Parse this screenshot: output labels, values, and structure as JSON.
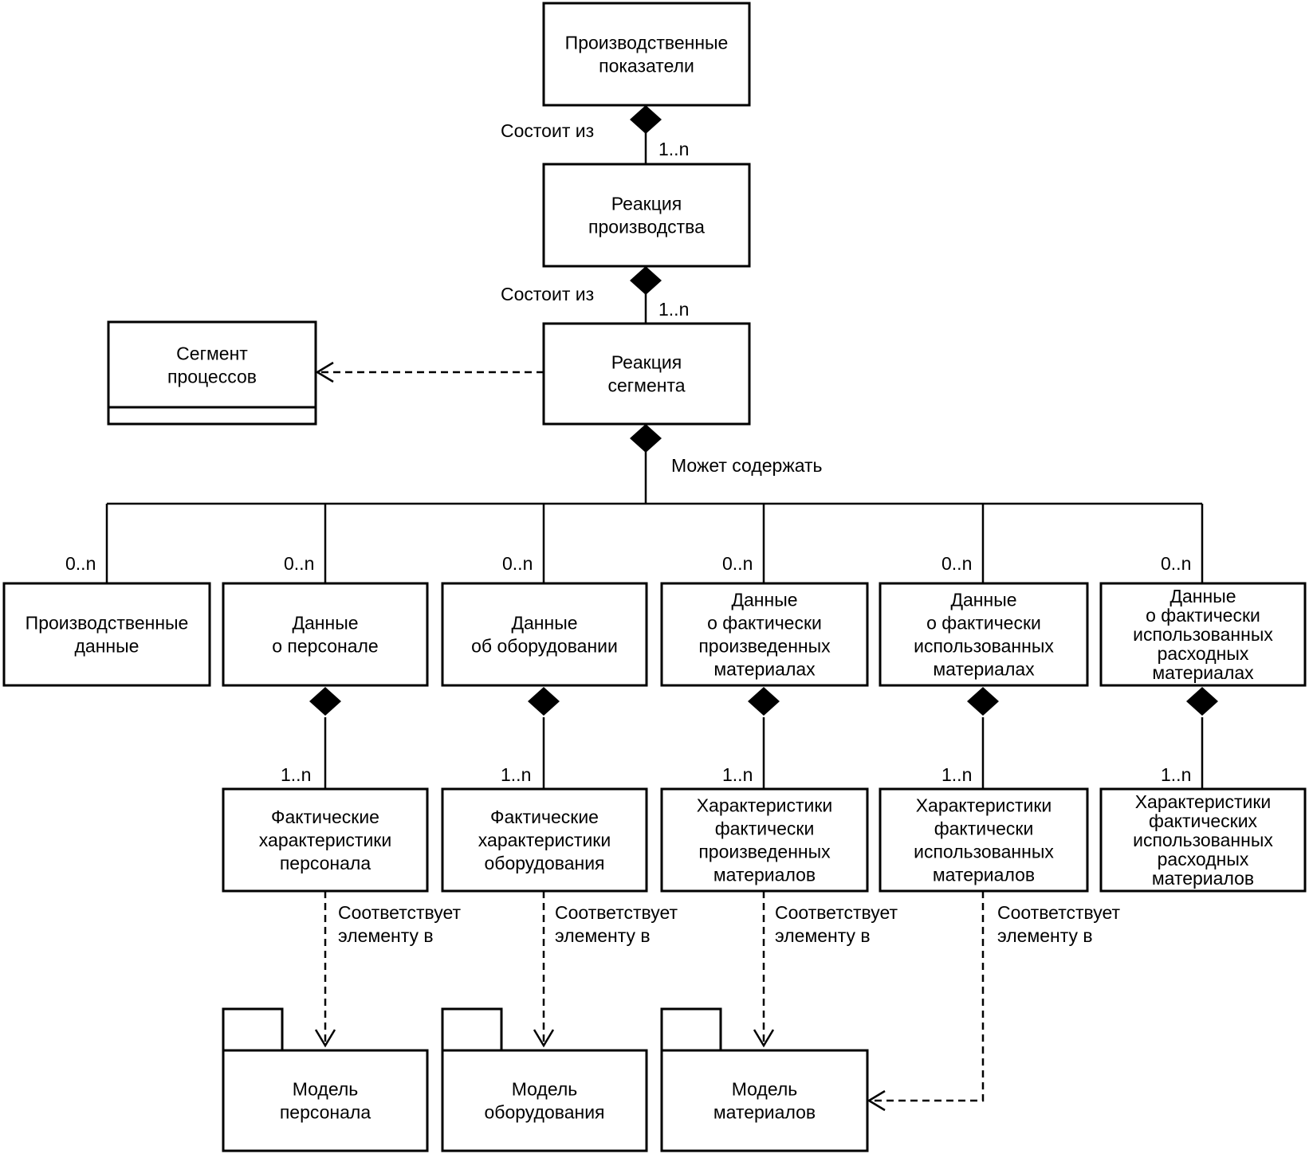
{
  "boxes": {
    "production_performance": [
      "Производственные",
      "показатели"
    ],
    "production_response": [
      "Реакция",
      "производства"
    ],
    "segment_response": [
      "Реакция",
      "сегмента"
    ],
    "process_segment": [
      "Сегмент",
      "процессов"
    ],
    "production_data": [
      "Производственные",
      "данные"
    ],
    "personnel_actual": [
      "Данные",
      "о персонале"
    ],
    "equipment_actual": [
      "Данные",
      "об оборудовании"
    ],
    "material_produced_actual": [
      "Данные",
      "о фактически",
      "произведенных",
      "материалах"
    ],
    "material_consumed_actual": [
      "Данные",
      "о фактически",
      "использованных",
      "материалах"
    ],
    "consumable_actual": [
      "Данные",
      "о фактически",
      "использованных",
      "расходных",
      "материалах"
    ],
    "personnel_property": [
      "Фактические",
      "характеристики",
      "персонала"
    ],
    "equipment_property": [
      "Фактические",
      "характеристики",
      "оборудования"
    ],
    "material_produced_property": [
      "Характеристики",
      "фактически",
      "произведенных",
      "материалов"
    ],
    "material_consumed_property": [
      "Характеристики",
      "фактически",
      "использованных",
      "материалов"
    ],
    "consumable_property": [
      "Характеристики",
      "фактических",
      "использованных",
      "расходных",
      "материалов"
    ],
    "personnel_model": [
      "Модель",
      "персонала"
    ],
    "equipment_model": [
      "Модель",
      "оборудования"
    ],
    "material_model": [
      "Модель",
      "материалов"
    ]
  },
  "labels": {
    "consists_of": "Состоит из",
    "may_contain": "Может содержать",
    "corresponds_to": [
      "Соответствует",
      "элементу в"
    ],
    "mult_one_n": "1..n",
    "mult_zero_n": "0..n"
  }
}
